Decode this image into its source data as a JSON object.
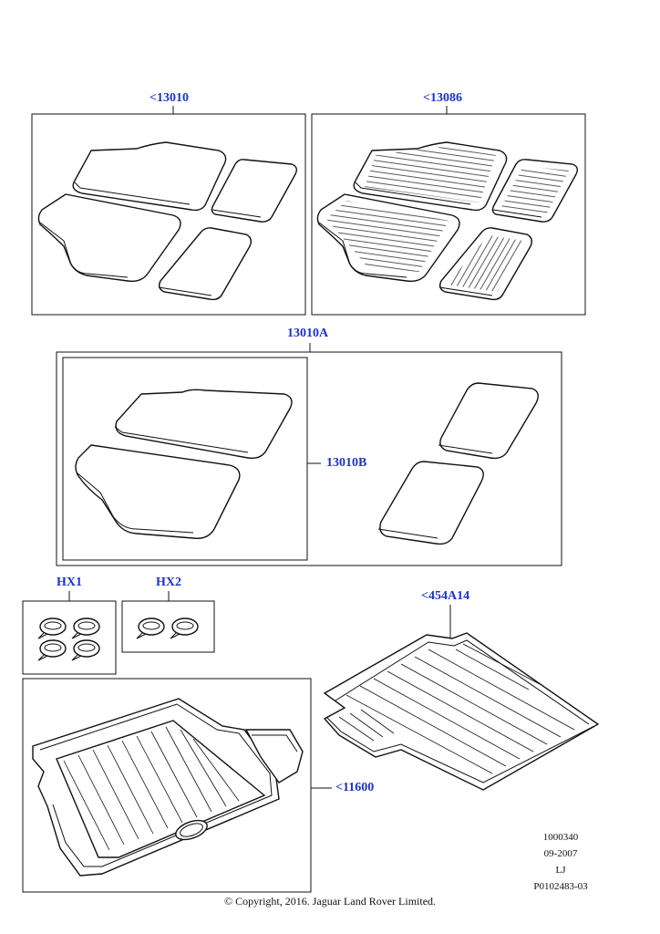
{
  "callouts": {
    "c1": "<13010",
    "c2": "<13086",
    "c3": "13010A",
    "c4": "13010B",
    "c5": "HX1",
    "c6": "HX2",
    "c7": "<454A14",
    "c8": "<11600"
  },
  "meta": {
    "code1": "1000340",
    "date": "09-2007",
    "initials": "LJ",
    "ref": "P0102483-03"
  },
  "copyright": "© Copyright, 2016. Jaguar Land Rover Limited.",
  "colors": {
    "callout": "#1a33cc",
    "line": "#111111"
  }
}
